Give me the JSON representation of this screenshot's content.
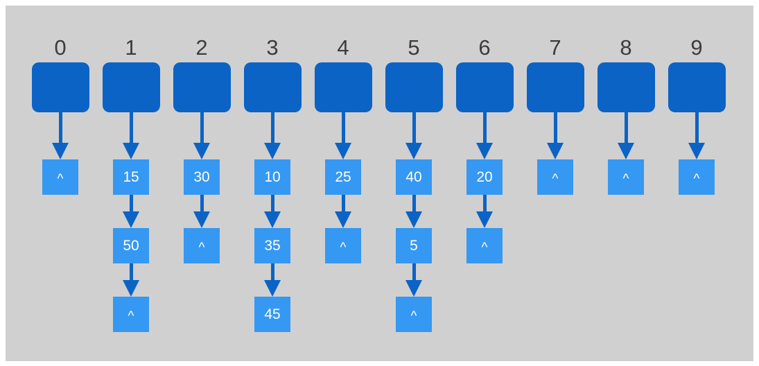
{
  "diagram": {
    "null_symbol": "^",
    "colors": {
      "page_background": "#ffffff",
      "canvas_background": "#d0d0d0",
      "bucket_fill": "#0b63c5",
      "arrow_fill": "#0b63c5",
      "node_fill": "#3598f2",
      "node_text": "#ffffff",
      "label_text": "#3c3c3c"
    },
    "buckets": [
      {
        "label": "0",
        "chain": [
          "^"
        ]
      },
      {
        "label": "1",
        "chain": [
          "15",
          "50",
          "^"
        ]
      },
      {
        "label": "2",
        "chain": [
          "30",
          "^"
        ]
      },
      {
        "label": "3",
        "chain": [
          "10",
          "35",
          "45"
        ]
      },
      {
        "label": "4",
        "chain": [
          "25",
          "^"
        ]
      },
      {
        "label": "5",
        "chain": [
          "40",
          "5",
          "^"
        ]
      },
      {
        "label": "6",
        "chain": [
          "20",
          "^"
        ]
      },
      {
        "label": "7",
        "chain": [
          "^"
        ]
      },
      {
        "label": "8",
        "chain": [
          "^"
        ]
      },
      {
        "label": "9",
        "chain": [
          "^"
        ]
      }
    ]
  }
}
